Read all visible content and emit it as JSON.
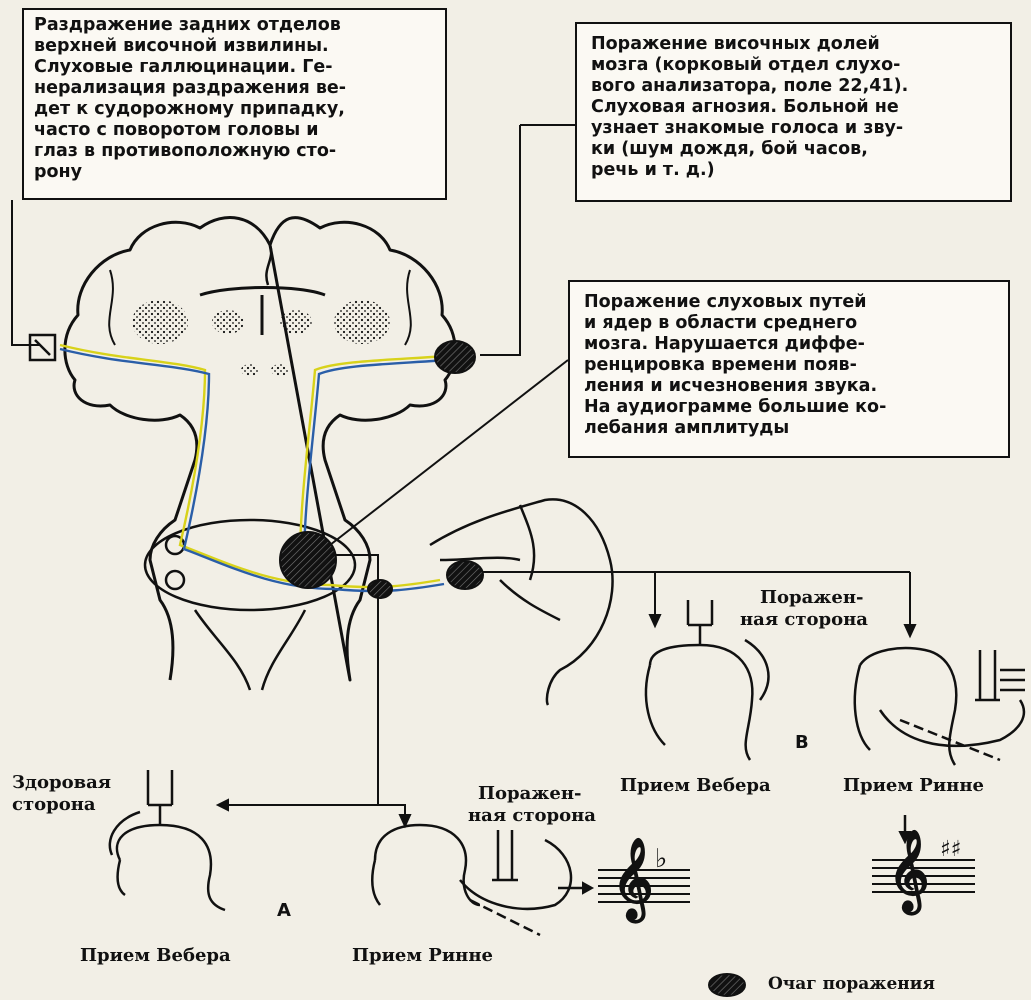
{
  "boxes": {
    "top_left": {
      "lines": [
        "Раздражение задних отделов",
        "верхней  височной  извилины.",
        "Слуховые  галлюцинации. Ге-",
        "нерализация раздражения ве-",
        "дет к судорожному припадку,",
        "часто с поворотом головы и",
        "глаз в  противоположную сто-",
        "рону"
      ]
    },
    "top_right": {
      "lines": [
        "Поражение височных  долей",
        "мозга (корковый отдел слухо-",
        "вого анализатора, поле 22,41).",
        "Слуховая агнозия. Больной не",
        "узнает знакомые голоса и зву-",
        "ки (шум  дождя,  бой  часов,",
        "речь и т. д.)"
      ]
    },
    "middle_right": {
      "lines": [
        "Поражение  слуховых путей",
        "и  ядер  в  области  среднего",
        "мозга. Нарушается диффе-",
        "ренцировка времени появ-",
        "ления и исчезновения звука.",
        "На аудиограмме большие ко-",
        "лебания  амплитуды"
      ]
    }
  },
  "labels": {
    "healthy_side": [
      "Здоровая",
      "сторона"
    ],
    "affected_side_a": [
      "Поражен-",
      "ная сторона"
    ],
    "affected_side_b": [
      "Поражен-",
      "ная сторона"
    ],
    "letter_a": "А",
    "letter_b": "В",
    "weber_a": "Прием Вебера",
    "rinne_a": "Прием Ринне",
    "weber_b": "Прием Вебера",
    "rinne_b": "Прием Ринне",
    "legend": "Очаг поражения"
  },
  "colors": {
    "ink": "#111111",
    "paper": "#f2efe6",
    "pathway_yellow": "#d8d21a",
    "pathway_blue": "#2a5ea8"
  }
}
